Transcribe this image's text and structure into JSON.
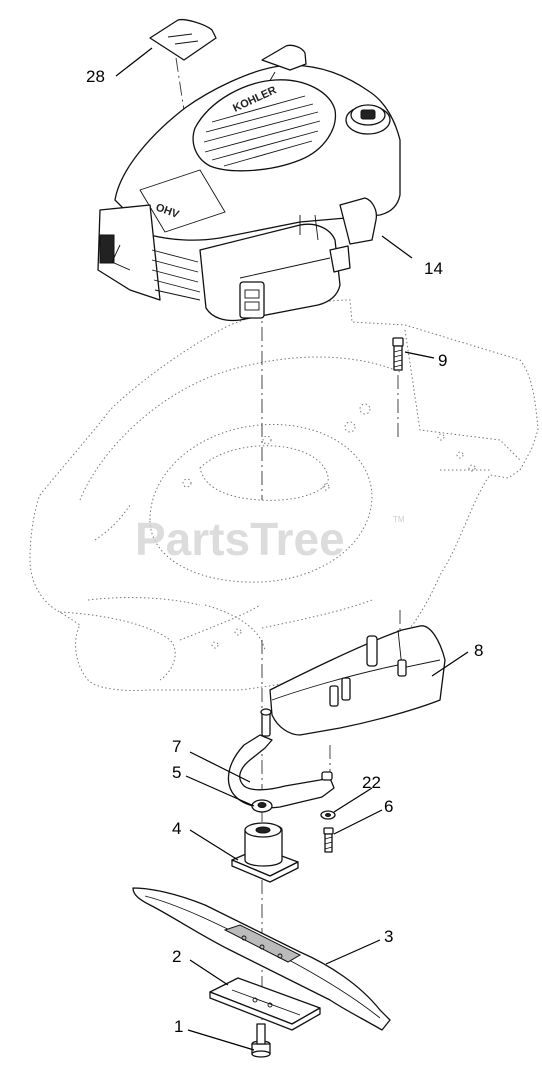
{
  "watermark": {
    "text": "PartsTree",
    "mark": "TM"
  },
  "engine": {
    "brand": "KOHLER",
    "model": "OHV"
  },
  "callouts": [
    "28",
    "14",
    "9",
    "8",
    "7",
    "5",
    "22",
    "6",
    "4",
    "3",
    "2",
    "1"
  ]
}
